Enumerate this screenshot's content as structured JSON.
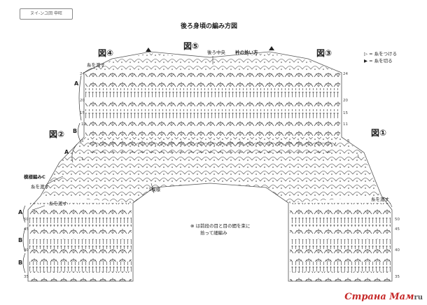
{
  "corner_label": "ヌイ-ンユ回 申旺",
  "title": "後ろ身頃の編み方図",
  "figures": {
    "fig1": "図①",
    "fig2": "図②",
    "fig3": "図③",
    "fig4": "図④",
    "fig5": "図⑤"
  },
  "annotations": {
    "back_center": "後ろ中央",
    "collar_pickup": "衿の拾い方",
    "join_yarn_left_top": "糸を渡す",
    "join_yarn_left_bottom": "糸を渡す",
    "join_yarn_right": "糸を渡す",
    "pattern_c": "模様編みC",
    "one_pattern": "1模様",
    "note_line1": "⊗ は前段の目と目の間を束に",
    "note_line2": "拾って細編み"
  },
  "legend": {
    "attach": "= 糸をつける",
    "cut": "= 糸を切る"
  },
  "section_letters": {
    "upper_left": [
      "A",
      "B",
      "A"
    ],
    "lower_left": [
      "A",
      "B",
      "B"
    ]
  },
  "row_numbers": {
    "upper_left": [
      "24",
      "20",
      "15",
      "11",
      "5",
      "1"
    ],
    "upper_right": [
      "24",
      "20",
      "15",
      "11",
      "5",
      "1"
    ],
    "lower_left": [
      "50",
      "45",
      "40",
      "35"
    ],
    "lower_right": [
      "50",
      "45",
      "40",
      "35"
    ]
  },
  "watermark": {
    "brand": "Страна Мам",
    "site": "ru"
  }
}
